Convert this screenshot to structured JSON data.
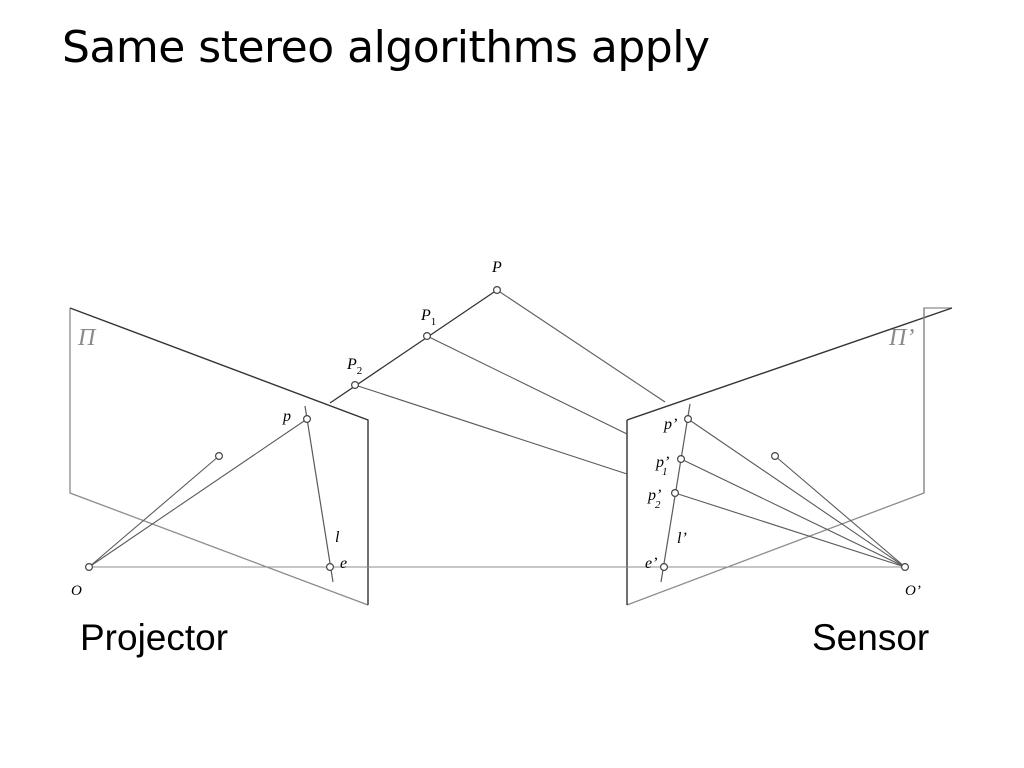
{
  "slide": {
    "title": "Same stereo algorithms apply"
  },
  "captions": {
    "left": "Projector",
    "right": "Sensor"
  },
  "diagram": {
    "planes": {
      "left": "Π",
      "right": "Π’"
    },
    "points": {
      "P": "P",
      "P1": "P",
      "P1_sub": "1",
      "P2": "P",
      "P2_sub": "2",
      "p": "p",
      "l": "l",
      "e": "e",
      "O": "O",
      "p_prime": "p’",
      "p1_prime": "p’",
      "p1_prime_sub": "1",
      "p2_prime": "p’",
      "p2_prime_sub": "2",
      "l_prime": "l’",
      "e_prime": "e’",
      "O_prime": "O’"
    }
  },
  "colors": {
    "line": "#5a5a5a",
    "plane_back": "#8c8c8c",
    "plane_front": "#333333"
  }
}
